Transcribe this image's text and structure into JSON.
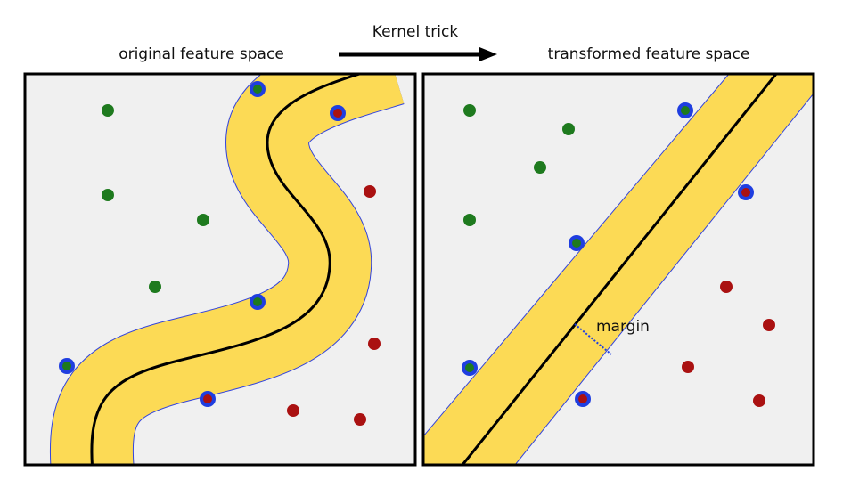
{
  "title_left": "original feature space",
  "title_right": "transformed feature space",
  "arrow_label": "Kernel trick",
  "margin_label": "margin",
  "colors": {
    "panel_bg": "#f0f0f0",
    "band": "#fcda55",
    "band_edge": "#3344dd",
    "class_a": "#1e7a1e",
    "class_b": "#aa1111",
    "support_ring": "#1f3ee0"
  },
  "left_points": [
    {
      "cls": "a",
      "sv": false
    },
    {
      "cls": "a",
      "sv": false
    },
    {
      "cls": "a",
      "sv": false
    },
    {
      "cls": "a",
      "sv": false
    },
    {
      "cls": "a",
      "sv": true
    },
    {
      "cls": "a",
      "sv": true
    },
    {
      "cls": "a",
      "sv": true
    },
    {
      "cls": "b",
      "sv": true
    },
    {
      "cls": "b",
      "sv": true
    },
    {
      "cls": "b",
      "sv": false
    },
    {
      "cls": "b",
      "sv": false
    },
    {
      "cls": "b",
      "sv": false
    },
    {
      "cls": "b",
      "sv": false
    }
  ],
  "right_points": [
    {
      "cls": "a",
      "sv": false
    },
    {
      "cls": "a",
      "sv": false
    },
    {
      "cls": "a",
      "sv": false
    },
    {
      "cls": "a",
      "sv": false
    },
    {
      "cls": "a",
      "sv": true
    },
    {
      "cls": "a",
      "sv": true
    },
    {
      "cls": "a",
      "sv": true
    },
    {
      "cls": "b",
      "sv": true
    },
    {
      "cls": "b",
      "sv": true
    },
    {
      "cls": "b",
      "sv": false
    },
    {
      "cls": "b",
      "sv": false
    },
    {
      "cls": "b",
      "sv": false
    },
    {
      "cls": "b",
      "sv": false
    }
  ]
}
